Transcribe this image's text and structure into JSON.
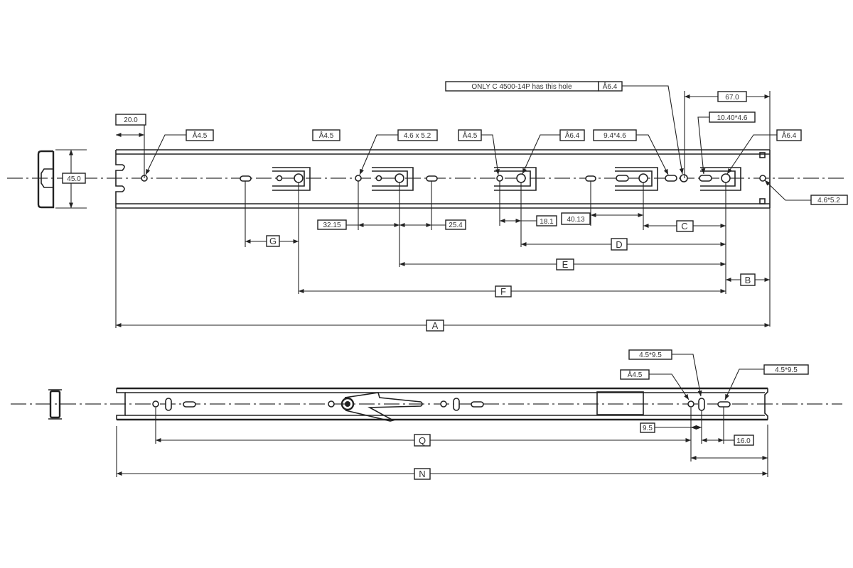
{
  "top_view": {
    "height_dim": "45.0",
    "dim_20": "20.0",
    "hole_front": "Å4.5",
    "hole_label_2": "Å4.5",
    "slot_46x52": "4.6 x 5.2",
    "hole_45_mid": "Å4.5",
    "hole_64_mid": "Å6.4",
    "slot_94x46": "9.4*4.6",
    "note_only": "ONLY C 4500-14P has this hole",
    "note_only_dia": "Å6.4",
    "dim_67": "67.0",
    "slot_1040x46": "10.40*4.6",
    "hole_64_rear": "Å6.4",
    "slot_46x52_rear": "4.6*5.2",
    "dim_32_15": "32.15",
    "dim_25_4": "25.4",
    "dim_18_1": "18.1",
    "dim_40_13": "40.13",
    "dim_G": "G",
    "dim_C": "C",
    "dim_D": "D",
    "dim_E": "E",
    "dim_F": "F",
    "dim_B": "B",
    "dim_A": "A"
  },
  "bottom_view": {
    "slot_45x95_a": "4.5*9.5",
    "hole_45": "Å4.5",
    "slot_45x95_b": "4.5*9.5",
    "dim_9_5": "9.5",
    "dim_16": "16.0",
    "dim_Q": "Q",
    "dim_N": "N"
  }
}
